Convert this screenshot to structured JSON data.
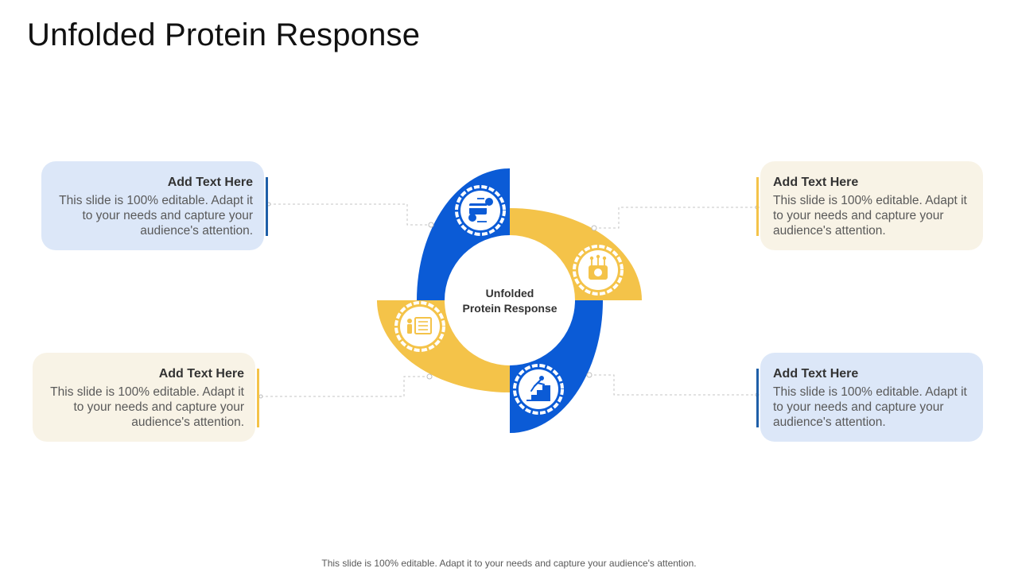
{
  "title": "Unfolded Protein Response",
  "center": {
    "line1": "Unfolded",
    "line2": "Protein Response"
  },
  "colors": {
    "blue": "#0b5bd6",
    "yellow": "#f4c349",
    "card_blue": "#dce7f8",
    "card_cream": "#f8f3e6",
    "accent_blue": "#1f5fa8",
    "accent_yellow": "#f4c349"
  },
  "cards": [
    {
      "heading": "Add Text Here",
      "body": "This slide is 100% editable. Adapt it to your needs and capture your audience's attention.",
      "icon": "payment-transfer-icon"
    },
    {
      "heading": "Add Text Here",
      "body": "This slide is 100% editable. Adapt it to your needs and capture your audience's attention.",
      "icon": "money-bag-icon"
    },
    {
      "heading": "Add Text Here",
      "body": "This slide is 100% editable. Adapt it to your needs and capture your audience's attention.",
      "icon": "presentation-board-icon"
    },
    {
      "heading": "Add Text Here",
      "body": "This slide is 100% editable. Adapt it to your needs and capture your audience's attention.",
      "icon": "falling-person-stairs-icon"
    }
  ],
  "footer": "This slide is 100% editable. Adapt it to your needs and capture your audience's attention."
}
